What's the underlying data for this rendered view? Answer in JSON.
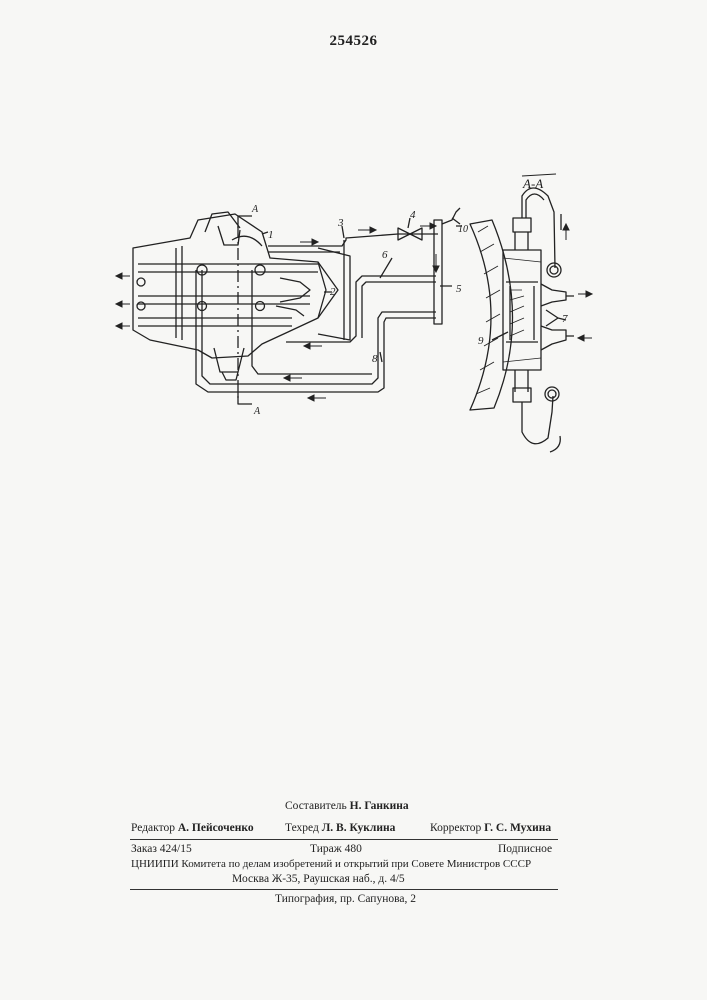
{
  "document": {
    "patent_number": "254526"
  },
  "figure": {
    "section_label": "A-A",
    "cut_label": "A",
    "numbers": [
      "1",
      "2",
      "3",
      "4",
      "5",
      "6",
      "7",
      "8",
      "9",
      "10"
    ]
  },
  "footer": {
    "compiler_label": "Составитель",
    "compiler_name": "Н. Ганкина",
    "editor_label": "Редактор",
    "editor_name": "А. Пейсоченко",
    "techred_label": "Техред",
    "techred_name": "Л. В. Куклина",
    "corrector_label": "Корректор",
    "corrector_name": "Г. С. Мухина",
    "order": "Заказ 424/15",
    "circulation": "Тираж 480",
    "subscription": "Подписное",
    "institute": "ЦНИИПИ Комитета по делам изобретений и открытий при Совете Министров СССР",
    "address": "Москва Ж-35, Раушская наб., д. 4/5",
    "printing_house": "Типография, пр. Сапунова, 2"
  }
}
